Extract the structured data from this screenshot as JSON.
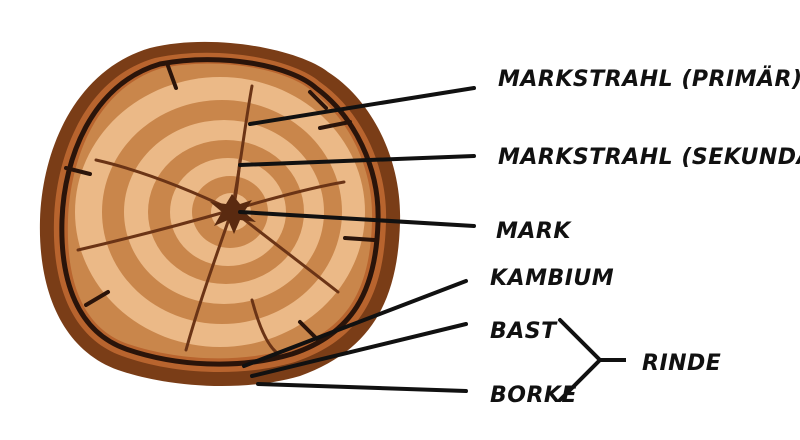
{
  "colors": {
    "bark_outer": "#7a3d17",
    "bark_inner": "#b8642e",
    "cambium_line": "#2a140a",
    "wood_dark": "#c9864b",
    "wood_light": "#ebb987",
    "crack": "#6b3416",
    "pith": "#5a2a10",
    "leader": "#111111"
  },
  "labels": {
    "ray_primary": "MARKSTRAHL (PRIMÄR)",
    "ray_secondary": "MARKSTRAHL (SEKUNDÄR)",
    "pith": "MARK",
    "cambium": "KAMBIUM",
    "phloem": "BAST",
    "outer_bark": "BORKE",
    "bark_group": "RINDE"
  }
}
